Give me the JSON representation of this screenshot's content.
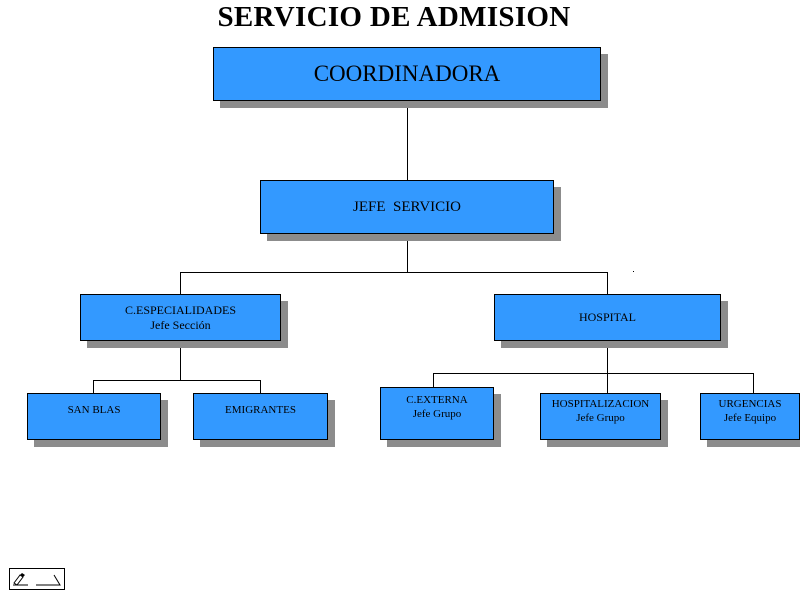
{
  "title": "SERVICIO DE ADMISION",
  "nodes": {
    "coordinadora": {
      "line1": "COORDINADORA"
    },
    "jefe_servicio": {
      "line1": "JEFE  SERVICIO"
    },
    "especialidades": {
      "line1": "C.ESPECIALIDADES",
      "line2": "Jefe Sección"
    },
    "hospital": {
      "line1": "HOSPITAL"
    },
    "san_blas": {
      "line1": "SAN BLAS"
    },
    "emigrantes": {
      "line1": "EMIGRANTES"
    },
    "externa": {
      "line1": "C.EXTERNA",
      "line2": "Jefe Grupo"
    },
    "hospitalizacion": {
      "line1": "HOSPITALIZACION",
      "line2": "Jefe Grupo"
    },
    "urgencias": {
      "line1": "URGENCIAS",
      "line2": "Jefe Equipo"
    }
  },
  "colors": {
    "box": "#3399ff",
    "shadow": "#8c8c8c",
    "line": "#000000"
  },
  "icons": {
    "slide_navigator": "pen-menu-icon"
  }
}
